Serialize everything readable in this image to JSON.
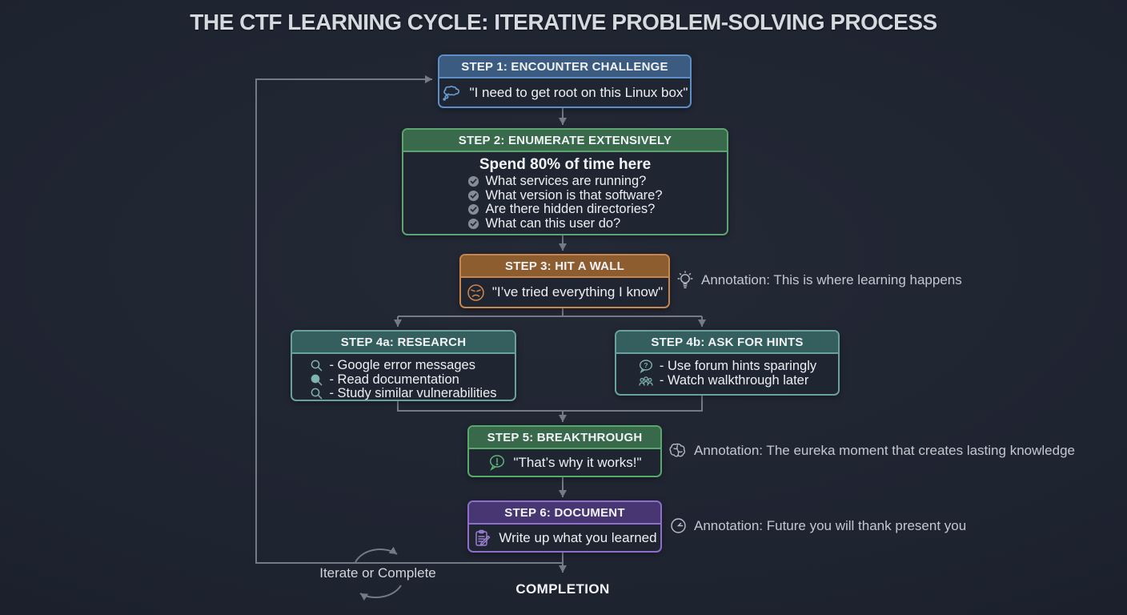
{
  "page": {
    "title": "THE CTF LEARNING CYCLE: ITERATIVE PROBLEM-SOLVING PROCESS"
  },
  "steps": [
    {
      "id": "step-1",
      "title": "STEP 1: ENCOUNTER CHALLENGE",
      "icon": "thought-bubble-icon",
      "body": "\"I need to get root on this Linux box\""
    },
    {
      "id": "step-2",
      "title": "STEP 2: ENUMERATE EXTENSIVELY",
      "subtitle": "Spend 80% of time here",
      "item_icon": "check-circle-icon",
      "items": [
        "What services are running?",
        "What version is that software?",
        "Are there hidden directories?",
        "What can this user do?"
      ]
    },
    {
      "id": "step-3",
      "title": "STEP 3: HIT A WALL",
      "icon": "frustrated-face-icon",
      "body": "\"I’ve tried everything I know\""
    },
    {
      "id": "step-4a",
      "title": "STEP 4a: RESEARCH",
      "items": [
        {
          "icon": "magnifier-icon",
          "text": "- Google error messages"
        },
        {
          "icon": "magnifier-filled-icon",
          "text": "- Read documentation"
        },
        {
          "icon": "magnifier-icon",
          "text": "- Study similar vulnerabilities"
        }
      ]
    },
    {
      "id": "step-4b",
      "title": "STEP 4b: ASK FOR HINTS",
      "items": [
        {
          "icon": "question-bubble-icon",
          "text": "- Use forum hints sparingly"
        },
        {
          "icon": "people-group-icon",
          "text": "- Watch walkthrough later"
        }
      ]
    },
    {
      "id": "step-5",
      "title": "STEP 5: BREAKTHROUGH",
      "icon": "exclamation-bubble-icon",
      "body": "\"That’s why it works!\""
    },
    {
      "id": "step-6",
      "title": "STEP 6: DOCUMENT",
      "icon": "clipboard-pencil-icon",
      "body": "Write up what you learned"
    }
  ],
  "annotations": [
    {
      "icon": "lightbulb-icon",
      "text": "Annotation: This is where learning happens"
    },
    {
      "icon": "brain-icon",
      "text": "Annotation: The eureka moment that creates lasting knowledge"
    },
    {
      "icon": "clock-icon",
      "text": "Annotation: Future you will thank present you"
    }
  ],
  "labels": {
    "loop": "Iterate or Complete",
    "completion": "COMPLETION"
  },
  "colors": {
    "background": "#1e2330",
    "connector_gray": "#757b86",
    "step1_blue": "#5d8ec6",
    "step1_header_bg": "#3b5b80",
    "step2_green": "#5da471",
    "step2_header_bg": "#386a4b",
    "step3_orange": "#c8864e",
    "step3_header_bg": "#8e5d2f",
    "step4_teal": "#68a1a0",
    "step4_header_bg": "#355f5f",
    "step5_green": "#57a96c",
    "step5_header_bg": "#37694a",
    "step6_purple": "#8d6ecd",
    "step6_header_bg": "#473671",
    "title_text": "#d6d9de",
    "annotation_text": "#c3c7cf"
  }
}
